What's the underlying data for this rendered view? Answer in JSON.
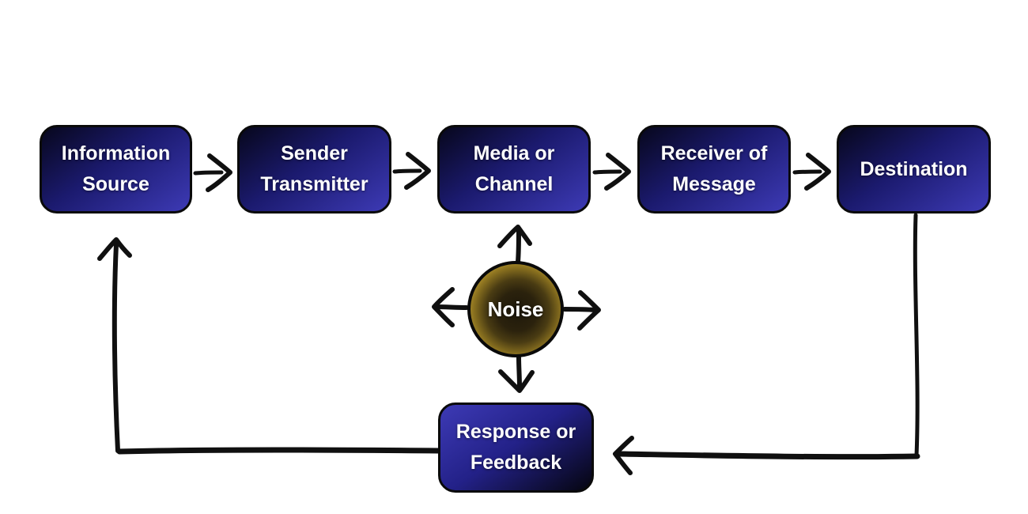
{
  "nodes": {
    "information_source": {
      "label": "Information Source"
    },
    "sender_transmitter": {
      "label": "Sender Transmitter"
    },
    "media_or_channel": {
      "label": "Media or Channel"
    },
    "receiver_of_message": {
      "label": "Receiver of Message"
    },
    "destination": {
      "label": "Destination"
    },
    "noise": {
      "label": "Noise"
    },
    "response_or_feedback": {
      "label": "Response or Feedback"
    }
  },
  "edges": [
    {
      "from": "Information Source",
      "to": "Sender Transmitter",
      "style": "arrow-right"
    },
    {
      "from": "Sender Transmitter",
      "to": "Media or Channel",
      "style": "arrow-right"
    },
    {
      "from": "Media or Channel",
      "to": "Receiver of Message",
      "style": "arrow-right"
    },
    {
      "from": "Receiver of Message",
      "to": "Destination",
      "style": "arrow-right"
    },
    {
      "from": "Destination",
      "to": "Response or Feedback",
      "style": "elbow-down-left"
    },
    {
      "from": "Response or Feedback",
      "to": "Information Source",
      "style": "elbow-left-up"
    }
  ],
  "noise_directions": [
    "up",
    "down",
    "left",
    "right"
  ],
  "colors": {
    "background": "#ffffff",
    "box_blue": "#3d3ab5",
    "box_dark": "#07071c",
    "box_border": "#0a0a0a",
    "noise_gold": "#c2a02f",
    "noise_core": "#1e180b",
    "label_text": "#ffffff",
    "ink": "#101010"
  }
}
